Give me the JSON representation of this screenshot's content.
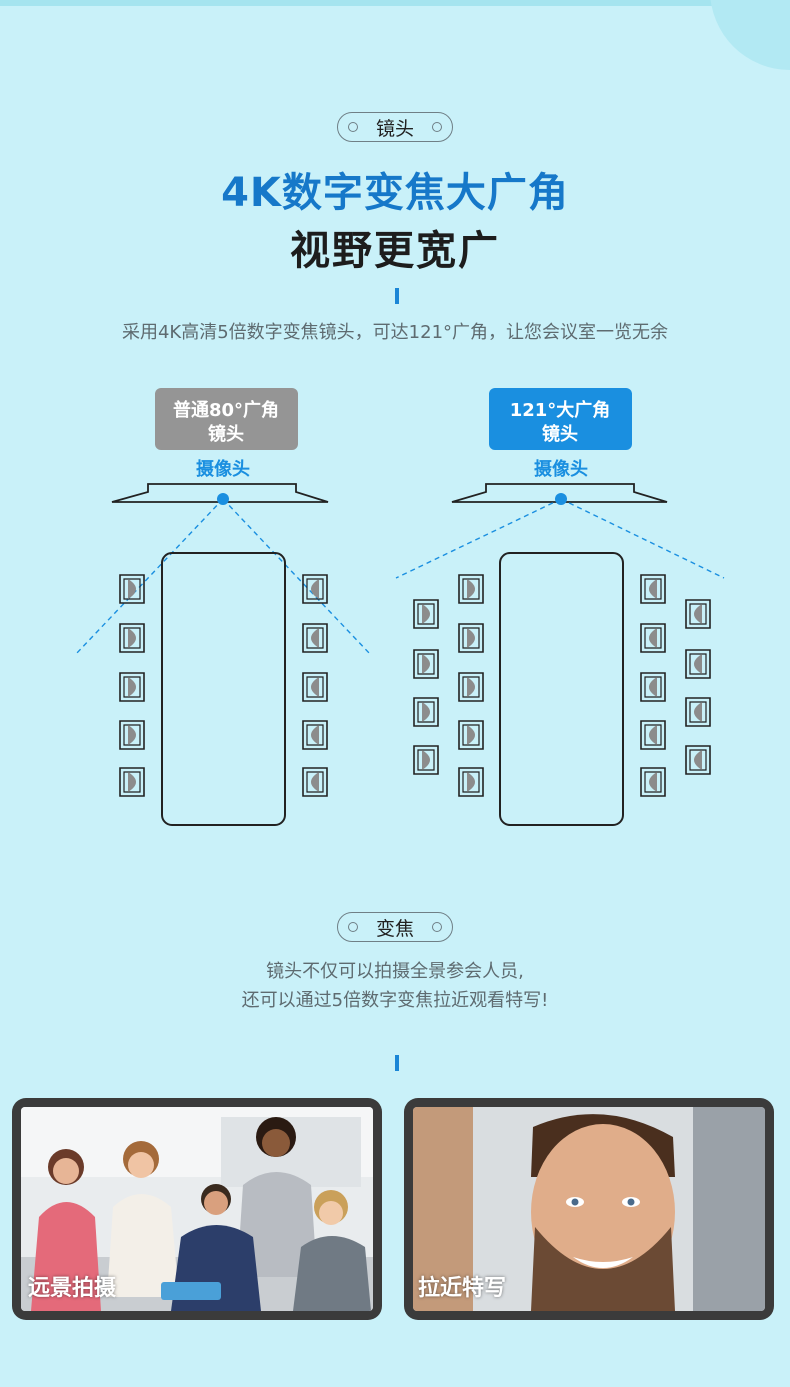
{
  "section_lens": {
    "label": "镜头"
  },
  "headline": {
    "line1": "4K数字变焦大广角",
    "line2": "视野更宽广"
  },
  "lens_description": "采用4K高清5倍数字变焦镜头，可达121°广角，让您会议室一览无余",
  "diagram_left": {
    "badge_line1": "普通80°广角",
    "badge_line2": "镜头",
    "camera_label": "摄像头",
    "badge_color": "#959595"
  },
  "diagram_right": {
    "badge_line1": "121°大广角",
    "badge_line2": "镜头",
    "camera_label": "摄像头",
    "badge_color": "#1a8fe0"
  },
  "section_zoom": {
    "label": "变焦"
  },
  "zoom_description": {
    "line1": "镜头不仅可以拍摄全景参会人员,",
    "line2": "还可以通过5倍数字变焦拉近观看特写!"
  },
  "photos": {
    "far_caption": "远景拍摄",
    "close_caption": "拉近特写"
  },
  "colors": {
    "accent_blue": "#1678c9",
    "camera_dot": "#1a8fe0",
    "background": "#c9f1f9"
  }
}
